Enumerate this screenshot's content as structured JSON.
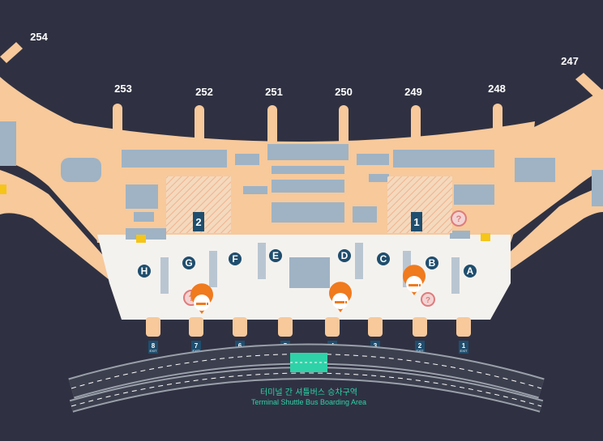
{
  "map": {
    "gates": [
      {
        "label": "254"
      },
      {
        "label": "253"
      },
      {
        "label": "252"
      },
      {
        "label": "251"
      },
      {
        "label": "250"
      },
      {
        "label": "249"
      },
      {
        "label": "248"
      },
      {
        "label": "247"
      }
    ],
    "zones": [
      "A",
      "B",
      "C",
      "D",
      "E",
      "F",
      "G",
      "H"
    ],
    "counters": [
      "1",
      "2"
    ],
    "doors": [
      {
        "num": "8",
        "sub": "EXIT"
      },
      {
        "num": "7",
        "sub": "EXIT"
      },
      {
        "num": "6",
        "sub": "EXIT"
      },
      {
        "num": "5",
        "sub": "EXIT"
      },
      {
        "num": "4",
        "sub": "EXIT"
      },
      {
        "num": "3",
        "sub": "EXIT"
      },
      {
        "num": "2",
        "sub": "EXIT"
      },
      {
        "num": "1",
        "sub": "EXIT"
      }
    ],
    "shuttle_title_ko": "터미널 간 셔틀버스 승차구역",
    "shuttle_title_en": "Terminal Shuttle Bus Boarding Area",
    "icons": [
      "smoking-area-icon",
      "information-icon"
    ],
    "colors": {
      "background": "#2f3142",
      "terminal": "#f7c99b",
      "hall": "#f4f2ef",
      "shops": "#9fb3c4",
      "accent_marker": "#f07a1e",
      "info": "#e07b7b",
      "shuttle": "#2fd2a8",
      "zone_badge": "#1f4e6e"
    }
  }
}
